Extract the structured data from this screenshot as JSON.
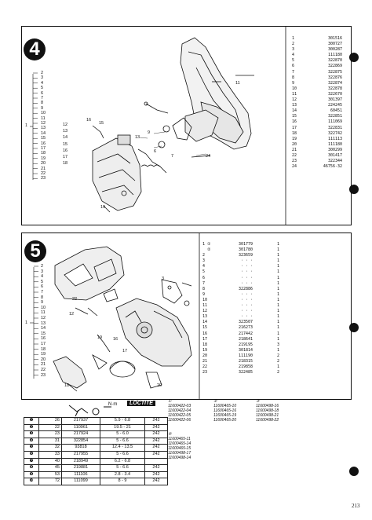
{
  "section4": {
    "number": "4",
    "left_labels": [
      "2",
      "3",
      "4",
      "5",
      "6",
      "7",
      "8",
      "9",
      "10",
      "11",
      "12",
      "13",
      "14",
      "15",
      "16",
      "17",
      "18",
      "19",
      "20",
      "21",
      "22",
      "23"
    ],
    "side_label": "1",
    "inner_labels": [
      "12",
      "13",
      "14",
      "15",
      "16",
      "17",
      "18"
    ],
    "parts": [
      [
        "1",
        "301516",
        ""
      ],
      [
        "2",
        "300727",
        ""
      ],
      [
        "3",
        "300287",
        ""
      ],
      [
        "4",
        "111180",
        ""
      ],
      [
        "5",
        "322870",
        ""
      ],
      [
        "6",
        "322869",
        ""
      ],
      [
        "7",
        "322875",
        ""
      ],
      [
        "8",
        "322876",
        ""
      ],
      [
        "9",
        "322874",
        ""
      ],
      [
        "10",
        "322878",
        ""
      ],
      [
        "11",
        "322670",
        ""
      ],
      [
        "12",
        "301397",
        ""
      ],
      [
        "13",
        "224245",
        ""
      ],
      [
        "14",
        "60451",
        ""
      ],
      [
        "15",
        "322851",
        ""
      ],
      [
        "16",
        "111069",
        ""
      ],
      [
        "17",
        "322831",
        ""
      ],
      [
        "18",
        "322742",
        ""
      ],
      [
        "19",
        "111113",
        ""
      ],
      [
        "20",
        "111180",
        ""
      ],
      [
        "21",
        "300299",
        ""
      ],
      [
        "22",
        "301417",
        ""
      ],
      [
        "23",
        "322344",
        ""
      ],
      [
        "24",
        "46756-32",
        ""
      ]
    ]
  },
  "section5": {
    "number": "5",
    "left_labels": [
      "2",
      "3",
      "4",
      "5",
      "6",
      "7",
      "8",
      "9",
      "10",
      "11",
      "12",
      "13",
      "14",
      "15",
      "16",
      "17",
      "18",
      "19",
      "20",
      "21",
      "22",
      "23"
    ],
    "side_label": "1",
    "parts": [
      [
        "1 ①",
        "301779",
        "1"
      ],
      [
        "  ②",
        "301780",
        "1"
      ],
      [
        "2",
        "323659",
        "1"
      ],
      [
        "3",
        "· · ·",
        "1"
      ],
      [
        "4",
        "· · ·",
        "1"
      ],
      [
        "5",
        "· · ·",
        "1"
      ],
      [
        "6",
        "· · ·",
        "1"
      ],
      [
        "7",
        "· · ·",
        "1"
      ],
      [
        "8",
        "322886",
        "1"
      ],
      [
        "9",
        "· · ·",
        "1"
      ],
      [
        "10",
        "· · ·",
        "1"
      ],
      [
        "11",
        "· · ·",
        "1"
      ],
      [
        "12",
        "· · ·",
        "1"
      ],
      [
        "13",
        "· · ·",
        "1"
      ],
      [
        "14",
        "323507",
        "1"
      ],
      [
        "15",
        "216273",
        "1"
      ],
      [
        "16",
        "217442",
        "1"
      ],
      [
        "17",
        "218641",
        "1"
      ],
      [
        "18",
        "219195",
        "3"
      ],
      [
        "19",
        "301814",
        "1"
      ],
      [
        "20",
        "111190",
        "2"
      ],
      [
        "21",
        "218315",
        "2"
      ],
      [
        "22",
        "219858",
        "1"
      ],
      [
        "23",
        "322485",
        "2"
      ]
    ],
    "notes_1": {
      "heading": "①",
      "lines": [
        "11600422-03",
        "11600422-04",
        "11600422-05",
        "11600422-06"
      ]
    },
    "notes_2": {
      "heading": "②",
      "lines": [
        "11600465-10",
        "11600465-16",
        "11600465-19",
        "11600465-20"
      ]
    },
    "notes_3": {
      "heading": "③",
      "lines": [
        "11600498-16",
        "11600498-18",
        "11600498-21",
        "11600498-22"
      ]
    },
    "notes_4": {
      "heading": "④",
      "lines": [
        "11600465-11",
        "11600465-14",
        "11600465-15",
        "11600498-17",
        "11600498-14"
      ]
    }
  },
  "torque_table": {
    "header_unit": "N·m",
    "header_brand": "LOCTITE",
    "rows": [
      [
        "❶",
        "26",
        "217937",
        "5.9 - 6.8",
        "242"
      ],
      [
        "❷",
        "22",
        "110961",
        "19.5 - 21",
        "242"
      ],
      [
        "❸",
        "23",
        "217924",
        "5 - 6.0",
        "242"
      ],
      [
        "❹",
        "31",
        "322854",
        "5 - 6.6",
        "242"
      ],
      [
        "❺",
        "32",
        "93818",
        "12.4 - 13.5",
        "242"
      ],
      [
        "❻",
        "33",
        "217955",
        "5 - 6.6",
        "242"
      ],
      [
        "❼",
        "40",
        "218949",
        "6.2 - 6.8",
        ""
      ],
      [
        "❽",
        "45",
        "219881",
        "5 - 6.6",
        "242"
      ],
      [
        "❾",
        "53",
        "111106",
        "2.8 - 3.4",
        "242"
      ],
      [
        "❿",
        "72",
        "111099",
        "8 - 9",
        "242"
      ]
    ]
  },
  "page_number": "213"
}
